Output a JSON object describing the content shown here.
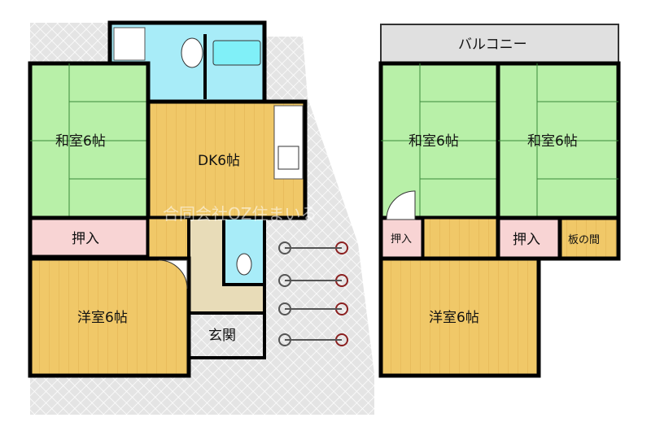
{
  "floor1": {
    "washitsu": "和室6帖",
    "oshiire": "押入",
    "youshitsu": "洋室6帖",
    "dk": "DK6帖",
    "genkan": "玄関"
  },
  "floor2": {
    "balcony": "バルコニー",
    "washitsu_left": "和室6帖",
    "washitsu_right": "和室6帖",
    "oshiire_small": "押入",
    "oshiire": "押入",
    "itanoma": "板の間",
    "youshitsu": "洋室6帖"
  },
  "watermark": "合同会社OZ住まいる",
  "colors": {
    "tatami": "#b8f0a8",
    "wood": "#f0c868",
    "oshiire": "#f8d4d4",
    "wet": "#a8ecf8",
    "outdoor": "#e0e0e0",
    "wall": "#000000"
  }
}
